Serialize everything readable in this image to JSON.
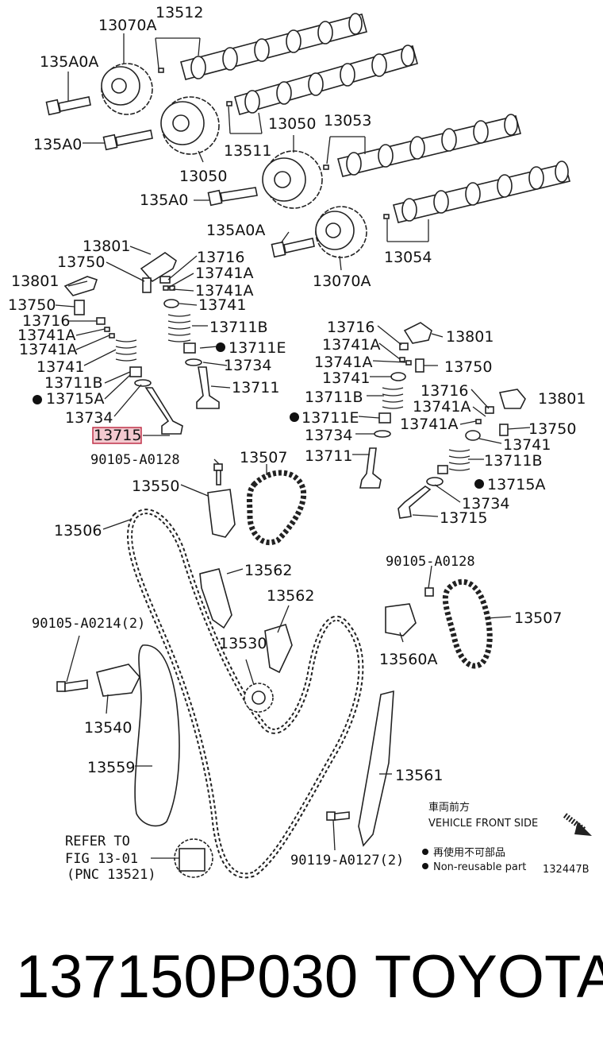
{
  "labels": {
    "l13070a_top": "13070A",
    "l13512": "13512",
    "l135a0a_top": "135A0A",
    "l135a0_top": "135A0",
    "l13050_a": "13050",
    "l13053": "13053",
    "l13511": "13511",
    "l13050_b": "13050",
    "l135a0_mid": "135A0",
    "l135a0a_mid": "135A0A",
    "l13054": "13054",
    "l13070a_mid": "13070A",
    "l13801_a": "13801",
    "l13750_a": "13750",
    "l13716_a": "13716",
    "l13741a_a1": "13741A",
    "l13741a_a2": "13741A",
    "l13741_a": "13741",
    "l13711b_a": "13711B",
    "l13711e_a": "13711E",
    "l13734_a": "13734",
    "l13711_a": "13711",
    "l13801_b": "13801",
    "l13750_b": "13750",
    "l13716_b": "13716",
    "l13741a_b1": "13741A",
    "l13741a_b2": "13741A",
    "l13741_b": "13741",
    "l13711b_b": "13711B",
    "l13715a_b": "13715A",
    "l13734_b": "13734",
    "l13715_b": "13715",
    "l13716_c": "13716",
    "l13801_c": "13801",
    "l13741a_c1": "13741A",
    "l13741a_c2": "13741A",
    "l13750_c": "13750",
    "l13741_c": "13741",
    "l13711b_c": "13711B",
    "l13711e_c": "13711E",
    "l13734_c": "13734",
    "l13711_c": "13711",
    "l13716_d": "13716",
    "l13801_d": "13801",
    "l13741a_d": "13741A",
    "l13750_d": "13750",
    "l13741_d": "13741",
    "l13711b_d": "13711B",
    "l13715a_d": "13715A",
    "l13734_d": "13734",
    "l13715_d": "13715",
    "l90105_a0128_a": "90105-A0128",
    "l13507_a": "13507",
    "l13550": "13550",
    "l13506": "13506",
    "l13562_a": "13562",
    "l90105_a0128_b": "90105-A0128",
    "l13562_b": "13562",
    "l13507_b": "13507",
    "l90105_a0214": "90105-A0214(2)",
    "l13530": "13530",
    "l13560a": "13560A",
    "l13540": "13540",
    "l13559": "13559",
    "l13561": "13561",
    "l90119_a0127": "90119-A0127(2)",
    "refer_1": "REFER TO",
    "refer_2": "FIG 13-01",
    "refer_3": "(PNC 13521)"
  },
  "legend": {
    "front_jp": "車両前方",
    "front_en": "VEHICLE FRONT SIDE",
    "nonreuse_jp": "再使用不可部品",
    "nonreuse_en": "Non-reusable part",
    "diagram_code": "132447B"
  },
  "footer": {
    "part_number": "137150P030",
    "brand": "TOYOTA"
  },
  "colors": {
    "highlight_fill": "#f3c9cf",
    "highlight_stroke": "#c0334a"
  }
}
